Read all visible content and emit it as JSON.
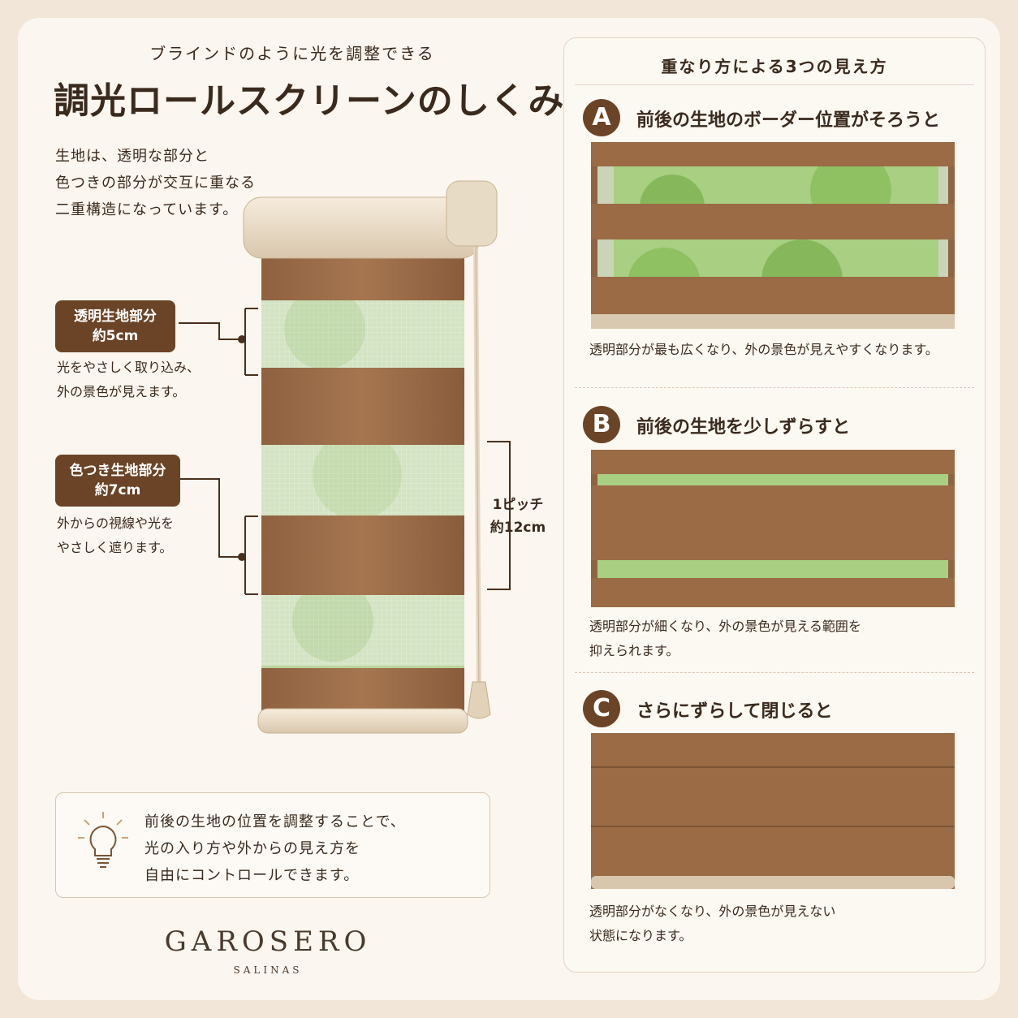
{
  "header": {
    "subtitle": "ブラインドのように光を調整できる",
    "title": "調光ロールスクリーンのしくみ",
    "intro": [
      "生地は、透明な部分と",
      "色つきの部分が交互に重なる",
      "二重構造になっています。"
    ]
  },
  "labels": {
    "sheer": {
      "name": "透明生地部分",
      "size": "約5cm",
      "note": [
        "光をやさしく取り込み、",
        "外の景色が見えます。"
      ]
    },
    "colored": {
      "name": "色つき生地部分",
      "size": "約7cm",
      "note": [
        "外からの視線や光を",
        "やさしく遮ります。"
      ]
    },
    "pitch": {
      "name": "1ピッチ",
      "size": "約12cm"
    }
  },
  "tip": {
    "icon": "lightbulb-icon",
    "lines": [
      "前後の生地の位置を調整することで、",
      "光の入り方や外からの見え方を",
      "自由にコントロールできます。"
    ]
  },
  "brand": {
    "name": "GAROSERO",
    "sub": "SALINAS"
  },
  "right_panel": {
    "title": "重なり方による3つの見え方",
    "sections": [
      {
        "letter": "A",
        "title": "前後の生地のボーダー位置がそろうと",
        "desc": [
          "透明部分が最も広くなり、外の景色が見えやすくなります。"
        ]
      },
      {
        "letter": "B",
        "title": "前後の生地を少しずらすと",
        "desc": [
          "透明部分が細くなり、外の景色が見える範囲を",
          "抑えられます。"
        ]
      },
      {
        "letter": "C",
        "title": "さらにずらして閉じると",
        "desc": [
          "透明部分がなくなり、外の景色が見えない",
          "状態になります。"
        ]
      }
    ]
  },
  "colors": {
    "brown": "#6b4427",
    "fabric": "#9a6b45",
    "cream": "#fbf6ef",
    "leaf": "#9cc46c"
  }
}
